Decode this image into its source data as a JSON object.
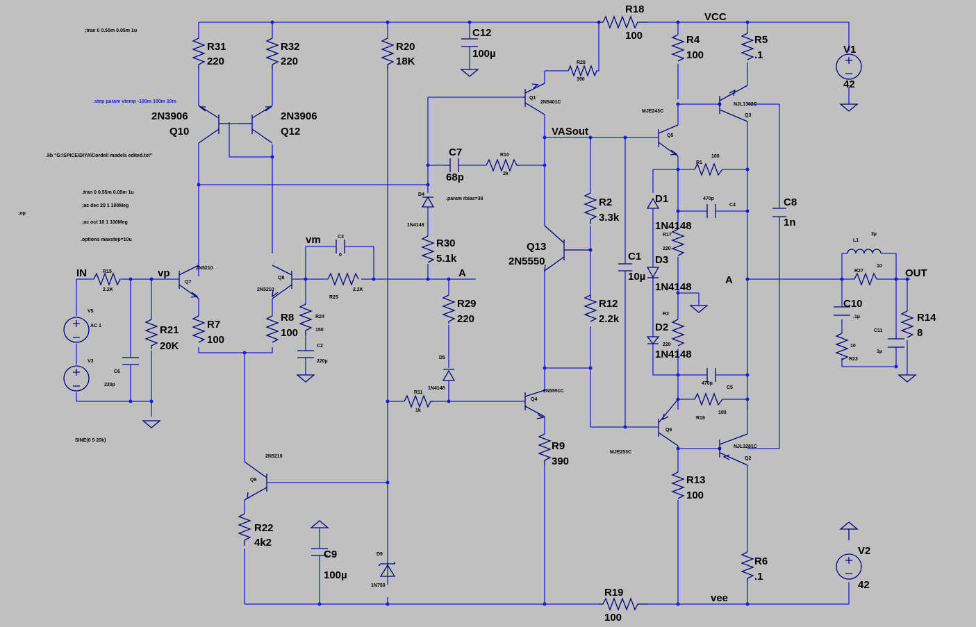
{
  "directives": {
    "tran_top": ";tran 0 0.55m 0.05m 1u",
    "step": ".step param vtemp -100m 100m 10m",
    "lib": ".lib \"G:\\SPICE\\DIYA\\Cordell models edited.txt\"",
    "tran2": ".tran 0 0.55m 0.05m 1u",
    "ac1": ";ac dec 20 1 100Meg",
    "ac2": ";ac oct 10 1 100Meg",
    "opts": ".options maxstep=10u",
    "op": ";op",
    "param": ".param rbias=36",
    "sine": "SINE(0 5 20k)"
  },
  "nets": {
    "vcc": "VCC",
    "vee": "vee",
    "in": "IN",
    "vp": "vp",
    "vm": "vm",
    "a1": "A",
    "a2": "A",
    "vasout": "VASout",
    "out": "OUT"
  },
  "components": {
    "R31": [
      "R31",
      "220"
    ],
    "R32": [
      "R32",
      "220"
    ],
    "R20": [
      "R20",
      "18K"
    ],
    "C12": [
      "C12",
      "100µ"
    ],
    "R18": [
      "R18",
      "100"
    ],
    "R4": [
      "R4",
      "100"
    ],
    "R5": [
      "R5",
      ".1"
    ],
    "V1": [
      "V1",
      "42"
    ],
    "Q10": [
      "2N3906",
      "Q10"
    ],
    "Q12": [
      "2N3906",
      "Q12"
    ],
    "Q1": [
      "Q1",
      "2N5401C"
    ],
    "R28": [
      "R28",
      "390"
    ],
    "Q3": [
      "Q3",
      "NJL1302C"
    ],
    "Q5": [
      "Q5",
      "MJE243C"
    ],
    "R1": [
      "R1",
      "100"
    ],
    "C7": [
      "C7",
      "68p"
    ],
    "R10": [
      "R10",
      "2k"
    ],
    "D4": [
      "D4",
      "1N4148"
    ],
    "D1": [
      "D1",
      "1N4148"
    ],
    "C4": [
      "C4",
      "470p"
    ],
    "R2": [
      "R2",
      "3.3k"
    ],
    "C8": [
      "C8",
      "1n"
    ],
    "R30": [
      "R30",
      "5.1k"
    ],
    "Q13": [
      "Q13",
      "2N5550"
    ],
    "R17": [
      "R17",
      "220"
    ],
    "D3": [
      "D3",
      "1N4148"
    ],
    "C1": [
      "C1",
      "10µ"
    ],
    "L1": [
      "L1",
      "3µ"
    ],
    "R27": [
      "R27",
      "10"
    ],
    "R14": [
      "R14",
      "8"
    ],
    "C10": [
      "C10",
      ".1µ"
    ],
    "R23": [
      "R23",
      "10"
    ],
    "C11": [
      "C11",
      "1µ"
    ],
    "C3": [
      "C3",
      "0"
    ],
    "Q7": [
      "Q7",
      "2N5210"
    ],
    "Q8": [
      "Q8",
      "2N5210"
    ],
    "R25": [
      "R25",
      "2.2K"
    ],
    "R24": [
      "R24",
      "150"
    ],
    "C2": [
      "C2",
      "220µ"
    ],
    "R15": [
      "R15",
      "2.2K"
    ],
    "R21": [
      "R21",
      "20K"
    ],
    "R7": [
      "R7",
      "100"
    ],
    "R8": [
      "R8",
      "100"
    ],
    "V5": [
      "V5",
      "AC 1"
    ],
    "V3": [
      "V3",
      ""
    ],
    "C6": [
      "C6",
      "220p"
    ],
    "R29": [
      "R29",
      "220"
    ],
    "D5": [
      "D5",
      "1N4148"
    ],
    "R11": [
      "R11",
      "1k"
    ],
    "Q4": [
      "Q4",
      "2N5551C"
    ],
    "R9": [
      "R9",
      "390"
    ],
    "R12": [
      "R12",
      "2.2k"
    ],
    "D2": [
      "D2",
      "1N4148"
    ],
    "R3": [
      "R3",
      "220"
    ],
    "C5": [
      "C5",
      "470p"
    ],
    "R16": [
      "R16",
      "100"
    ],
    "Q6": [
      "Q6",
      "MJE253C"
    ],
    "Q2": [
      "Q2",
      "NJL3281C"
    ],
    "R13": [
      "R13",
      "100"
    ],
    "Q9": [
      "Q9",
      "2N5210"
    ],
    "R22": [
      "R22",
      "4k2"
    ],
    "C9": [
      "C9",
      "100µ"
    ],
    "D9": [
      "D9",
      "1N750"
    ],
    "R19": [
      "R19",
      "100"
    ],
    "R6": [
      "R6",
      ".1"
    ],
    "V2": [
      "V2",
      "42"
    ]
  }
}
